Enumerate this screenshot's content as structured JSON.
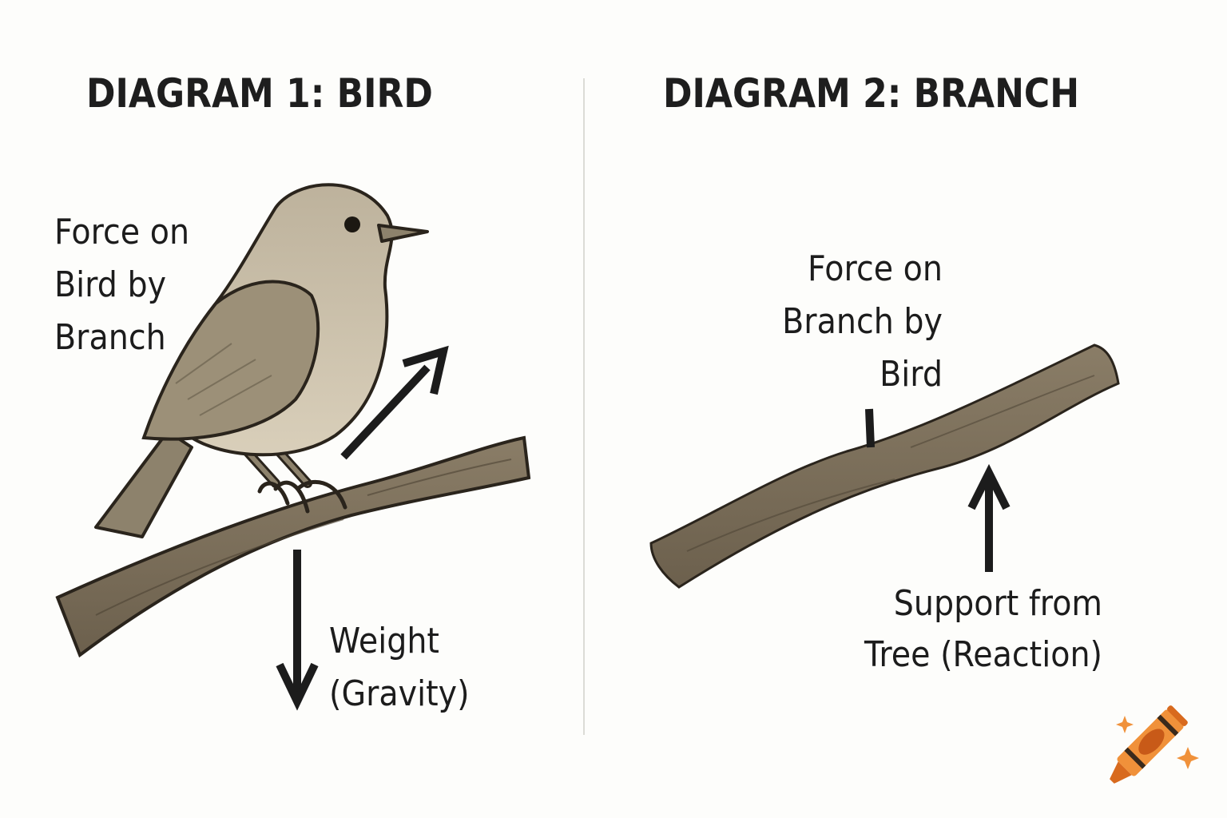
{
  "diagrams": [
    {
      "title": "DIAGRAM 1: BIRD",
      "labels": {
        "force_on_bird": [
          "Force on",
          "Bird by",
          "Branch"
        ],
        "weight": [
          "Weight",
          "(Gravity)"
        ]
      },
      "arrows": [
        {
          "name": "force-on-bird-by-branch",
          "direction": "up-right"
        },
        {
          "name": "weight-gravity",
          "direction": "down"
        }
      ]
    },
    {
      "title": "DIAGRAM 2: BRANCH",
      "labels": {
        "force_on_branch": [
          "Force on",
          "Branch by",
          "Bird"
        ],
        "support": [
          "Support from",
          "Tree (Reaction)"
        ]
      },
      "arrows": [
        {
          "name": "force-on-branch-by-bird",
          "direction": "down"
        },
        {
          "name": "support-from-tree",
          "direction": "up"
        }
      ]
    }
  ],
  "colors": {
    "background": "#fdfdfb",
    "text": "#1c1c1c",
    "bird_body": "#c9bea8",
    "bird_wing": "#9c9078",
    "branch": "#7d705c",
    "outline": "#2a241c",
    "crayon": "#e8782a"
  },
  "logo": {
    "icon": "crayon-icon"
  }
}
